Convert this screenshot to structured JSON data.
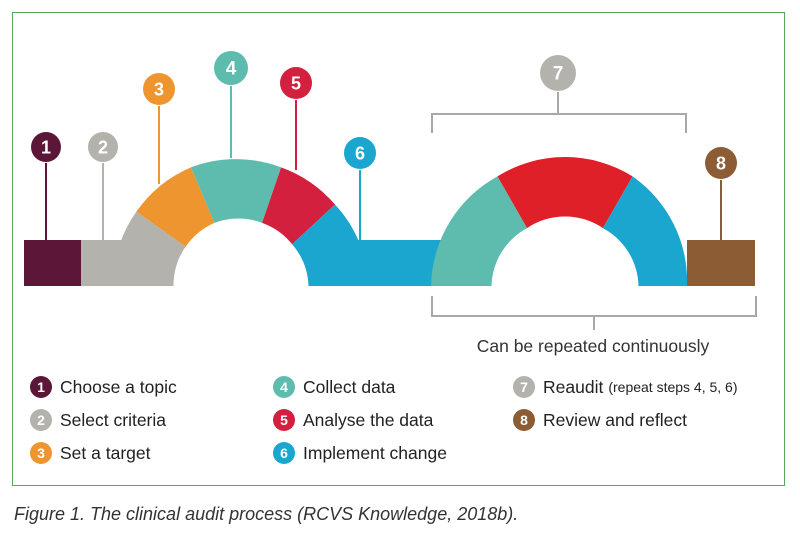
{
  "colors": {
    "s1": "#5b1638",
    "s2": "#b3b2ad",
    "s3": "#ef9530",
    "s4": "#5ebcae",
    "s5": "#d3203f",
    "s6": "#1aa6cf",
    "s8": "#8c5c35",
    "s5b": "#e02029",
    "bracket": "#a8a8a8",
    "frame": "#5aa55a"
  },
  "diagram": {
    "markers": [
      {
        "num": "1",
        "color_key": "s1"
      },
      {
        "num": "2",
        "color_key": "s2"
      },
      {
        "num": "3",
        "color_key": "s3"
      },
      {
        "num": "4",
        "color_key": "s4"
      },
      {
        "num": "5",
        "color_key": "s5"
      },
      {
        "num": "6",
        "color_key": "s6"
      },
      {
        "num": "7",
        "color_key": "s2"
      },
      {
        "num": "8",
        "color_key": "s8"
      }
    ],
    "repeat_note": "Can be repeated continuously"
  },
  "legend": [
    {
      "num": "1",
      "label": "Choose a topic",
      "color_key": "s1"
    },
    {
      "num": "2",
      "label": "Select criteria",
      "color_key": "s2"
    },
    {
      "num": "3",
      "label": "Set a target",
      "color_key": "s3"
    },
    {
      "num": "4",
      "label": "Collect data",
      "color_key": "s4"
    },
    {
      "num": "5",
      "label": "Analyse the data",
      "color_key": "s5"
    },
    {
      "num": "6",
      "label": "Implement change",
      "color_key": "s6"
    },
    {
      "num": "7",
      "label": "Reaudit",
      "note": "(repeat steps 4, 5, 6)",
      "color_key": "s2"
    },
    {
      "num": "8",
      "label": "Review and reflect",
      "color_key": "s8"
    }
  ],
  "caption": "Figure 1. The clinical audit process (RCVS Knowledge, 2018b)."
}
